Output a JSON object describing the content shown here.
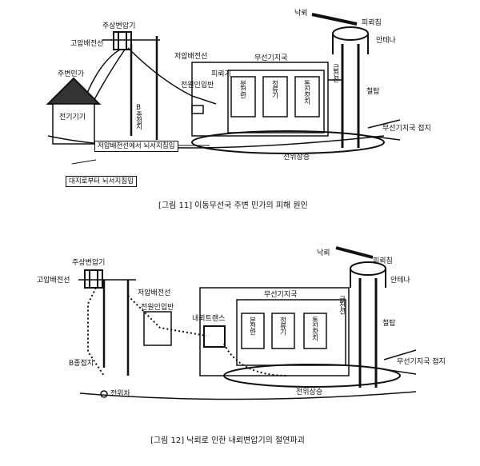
{
  "fig11": {
    "caption": "[그림 11] 이동무선국 주변 민가의 피해 원인",
    "labels": {
      "pole_transformer": "주상변압기",
      "hv_line": "고압배전선",
      "lv_line": "저압배전선",
      "lightning": "낙뢰",
      "rod": "피뢰침",
      "antenna": "안테나",
      "house": "주변민가",
      "appliance": "전기기기",
      "station": "무선기지국",
      "arrester": "피뢰기",
      "service_panel": "전원인입반",
      "dist_panel": "분전반",
      "rectifier": "정류기",
      "comm": "통신장치",
      "feeder": "급전선",
      "tower": "철탑",
      "ground_b": "B종접지",
      "station_ground": "무선기지국 접지",
      "ground_rise": "전위상승",
      "intrusion_lv": "저압배전선에서 뇌서지침입",
      "intrusion_ground": "대지로부터 뇌서지침입"
    }
  },
  "fig12": {
    "caption": "[그림 12] 낙뢰로 인한 내뢰변압기의 절연파괴",
    "labels": {
      "pole_transformer": "주상변압기",
      "hv_line": "고압배전선",
      "lv_line": "저압배전선",
      "lightning": "낙뢰",
      "rod": "피뢰침",
      "antenna": "안테나",
      "station": "무선기지국",
      "service_panel": "전원인입반",
      "isolation_tr": "내뢰트랜스",
      "dist_panel": "분전반",
      "rectifier": "정류기",
      "comm": "통신장치",
      "feeder": "급전선",
      "tower": "철탑",
      "ground_b": "B종접지",
      "station_ground": "무선기지국 접지",
      "ground_rise": "전위상승",
      "potential_diff": "전위차"
    }
  }
}
